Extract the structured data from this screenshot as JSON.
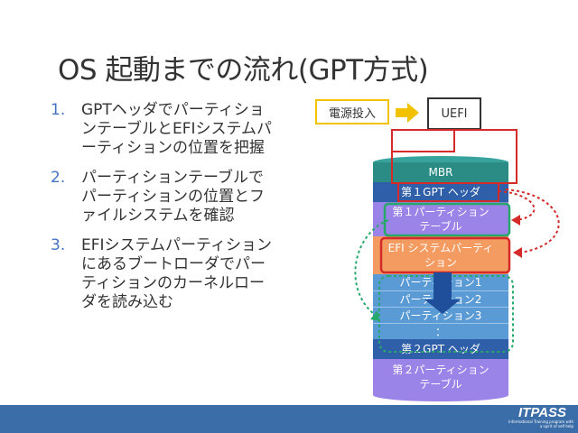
{
  "slide": {
    "title": "OS 起動までの流れ(GPT方式)"
  },
  "steps": [
    {
      "num": "1.",
      "text": "GPTヘッダでパーティションテーブルとEFIシステムパーティションの位置を把握"
    },
    {
      "num": "2.",
      "text": "パーティションテーブルでパーティションの位置とファイルシステムを確認"
    },
    {
      "num": "3.",
      "text": "EFIシステムパーティションにあるブートローダでパーティションのカーネルローダを読み込む"
    }
  ],
  "diagram": {
    "power_label": "電源投入",
    "uefi_label": "UEFI",
    "layers": {
      "mbr": "MBR",
      "gpt_header_1": "第１GPT ヘッダ",
      "partition_table_1": "第１パーティション\nテーブル",
      "efi_system_partition": "EFI システムパーティ\nション",
      "partition_1": "パーティション1",
      "partition_2": "パーティション2",
      "partition_3": "パーティション3",
      "ellipsis": "：",
      "gpt_header_2": "第２GPT ヘッダ",
      "partition_table_2": "第２パーティション\nテーブル"
    },
    "colors": {
      "mbr": "#2b8c86",
      "gpt_header": "#2f5fa8",
      "partition_table": "#9b84e8",
      "efi": "#f39b61",
      "partition": "#5b9bd5",
      "highlight_green": "#26a86a",
      "highlight_red": "#d42a2a",
      "arrow_yellow": "#f2c200"
    }
  },
  "footer": {
    "logo": "ITPASS",
    "tagline": "Informational Training program with a spirit of self help"
  }
}
